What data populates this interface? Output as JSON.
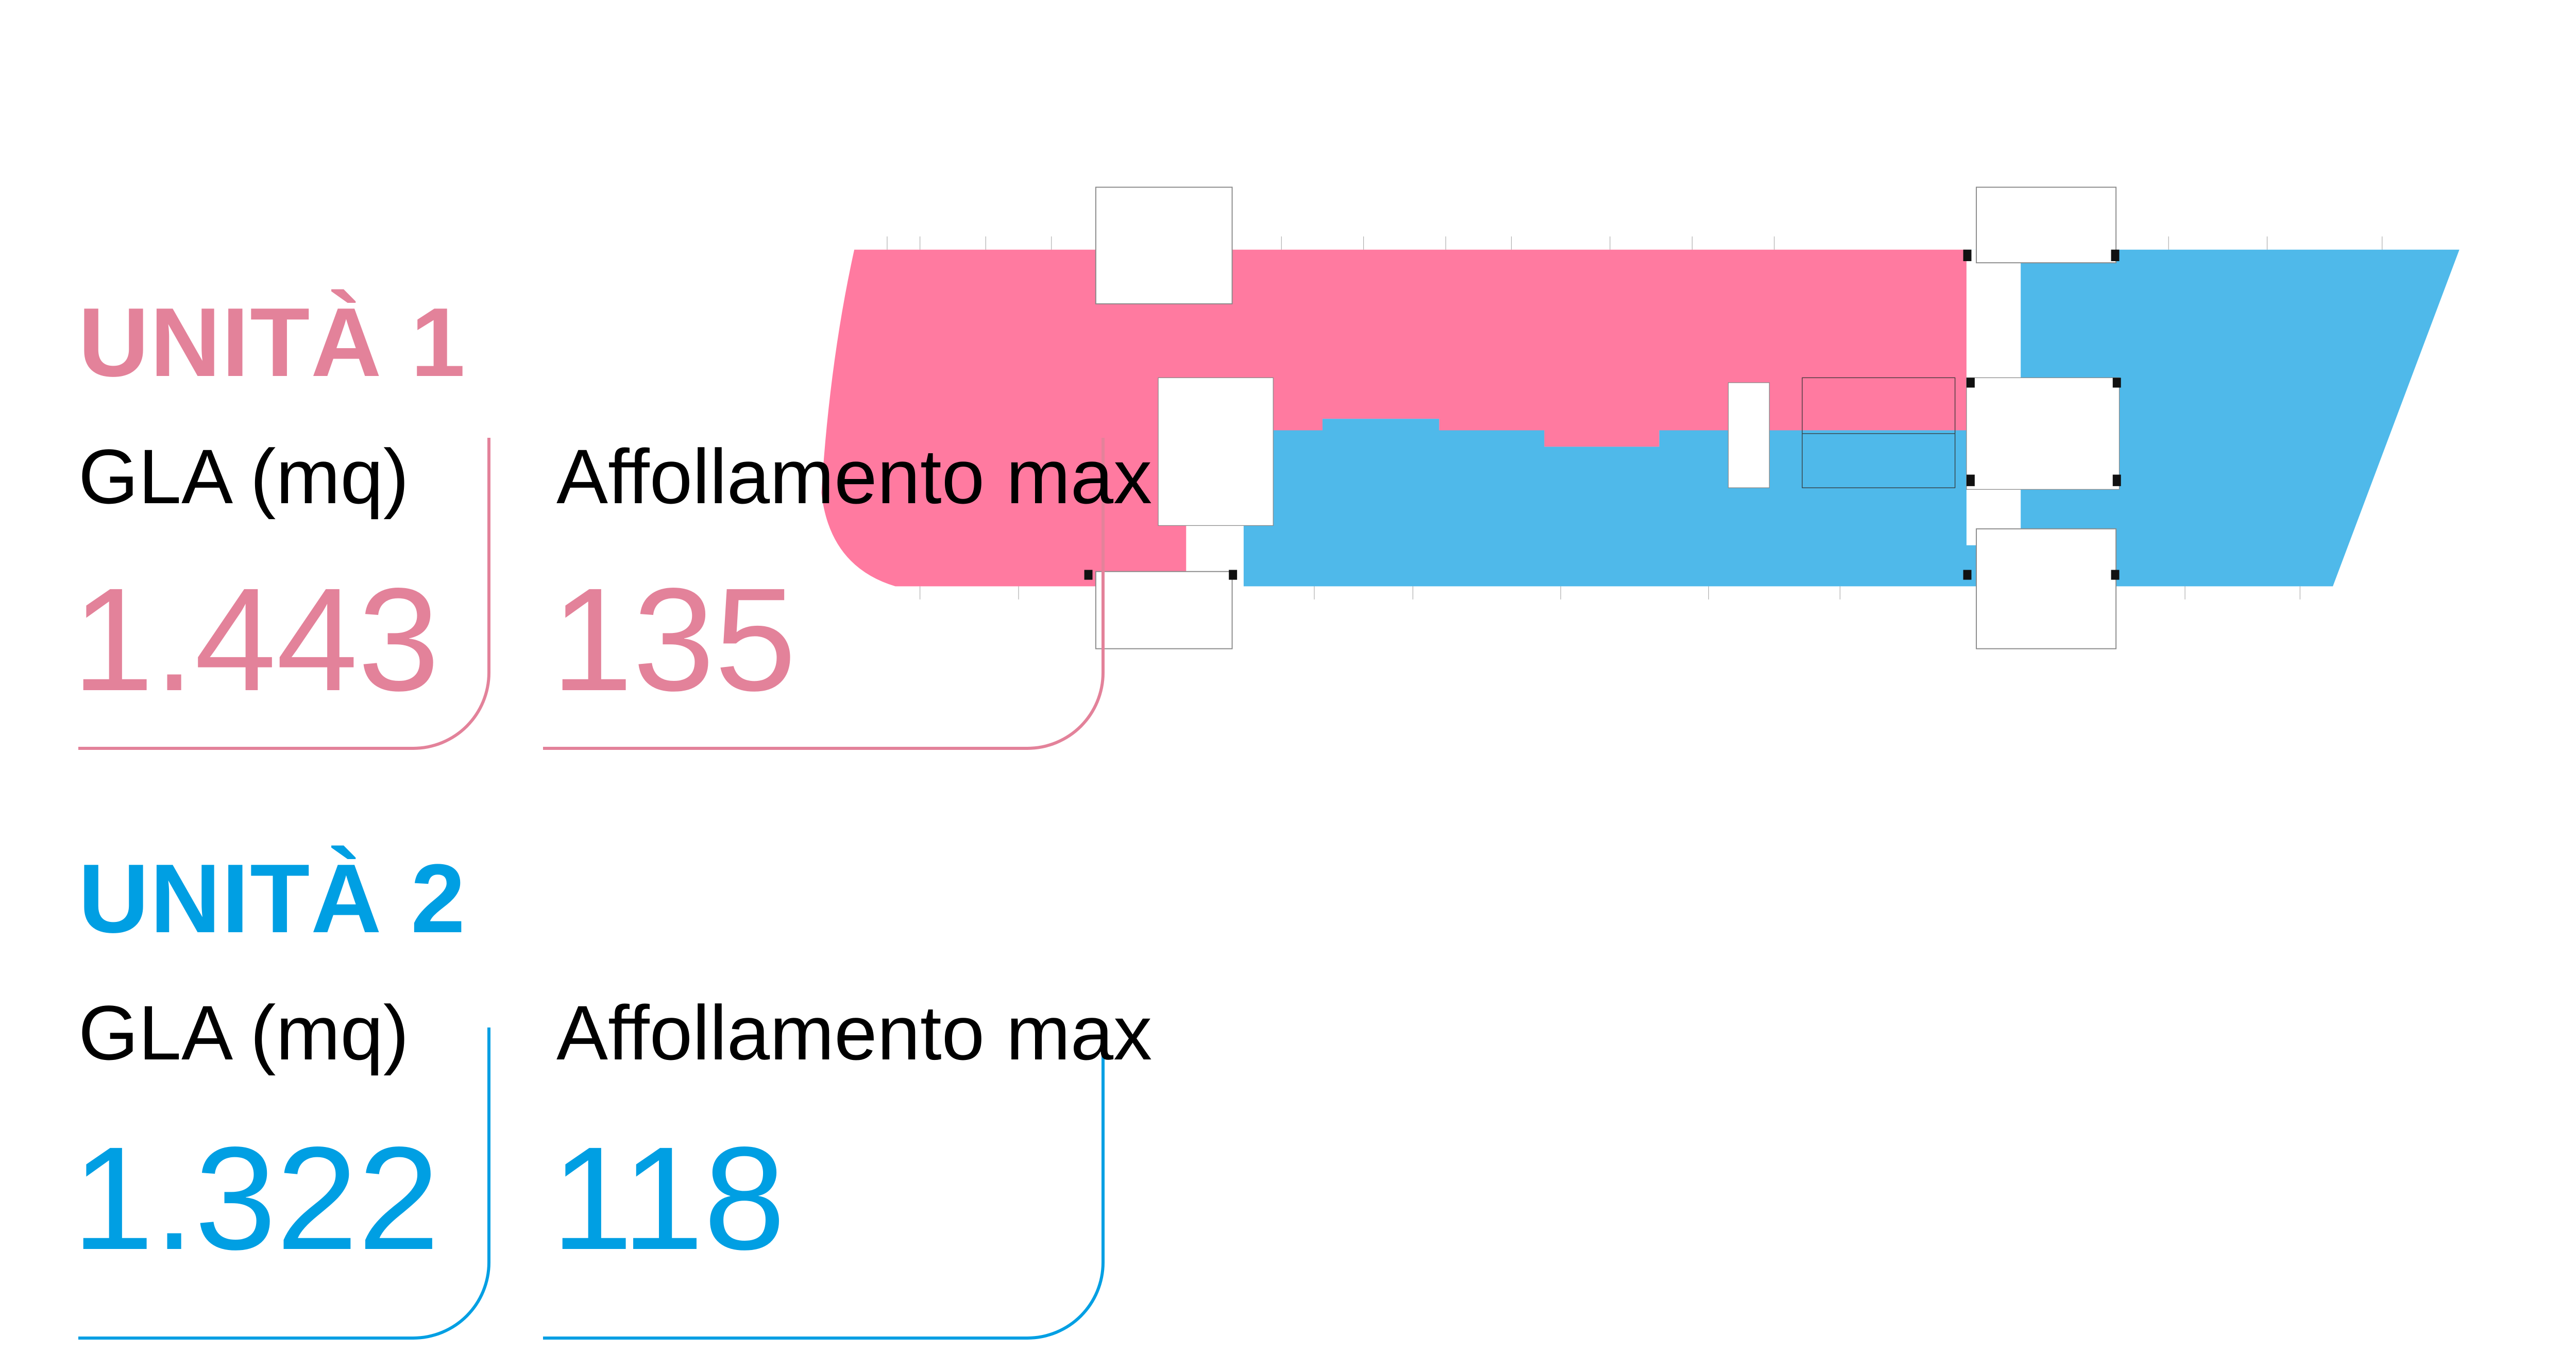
{
  "units": [
    {
      "title": "UNITÀ 1",
      "gla_label": "GLA (mq)",
      "gla_value": "1.443",
      "occupancy_label": "Affollamento max",
      "occupancy_value": "135",
      "color": "#E3829A",
      "plan_fill": "#FF7AA0"
    },
    {
      "title": "UNITÀ 2",
      "gla_label": "GLA (mq)",
      "gla_value": "1.322",
      "occupancy_label": "Affollamento max",
      "occupancy_value": "118",
      "color": "#009FE3",
      "plan_fill": "#4FB9EA"
    }
  ]
}
